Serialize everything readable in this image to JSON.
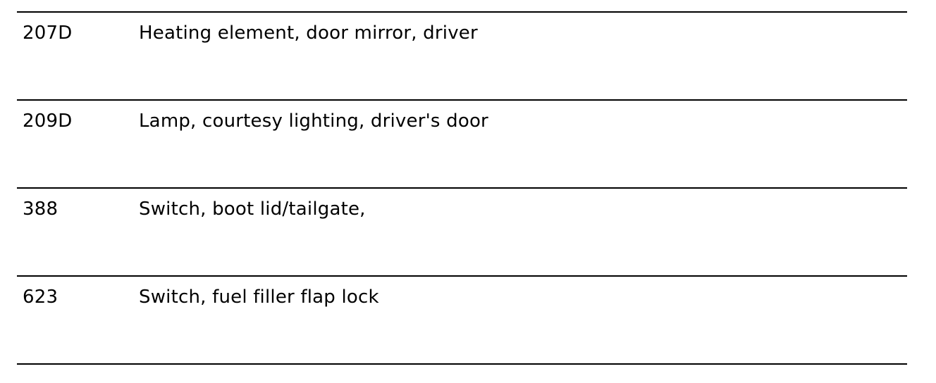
{
  "rows": [
    {
      "code": "207D",
      "description": "Heating element, door mirror, driver"
    },
    {
      "code": "209D",
      "description": "Lamp, courtesy lighting, driver's door"
    },
    {
      "code": "388",
      "description": "Switch, boot lid/tailgate,"
    },
    {
      "code": "623",
      "description": "Switch, fuel filler flap lock"
    }
  ]
}
